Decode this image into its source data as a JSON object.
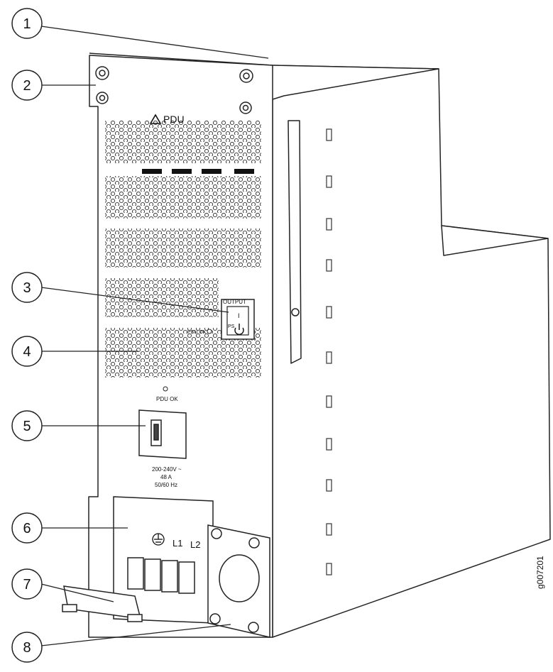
{
  "figure": {
    "figure_id": "g007201",
    "panel_title": "PDU",
    "switch_label": "OUTPUT",
    "switch_on_glyph": "I",
    "switch_mark": "PS",
    "psu_ok_label": "PSU OK",
    "pdu_ok_label": "PDU OK",
    "rating_line1": "200-240V ~",
    "rating_line2": "48 A",
    "rating_line3": "50/60 Hz",
    "terminal_labels": [
      "L1",
      "L2"
    ],
    "callouts": [
      "1",
      "2",
      "3",
      "4",
      "5",
      "6",
      "7",
      "8"
    ]
  },
  "colors": {
    "line": "#222222",
    "fill": "#ffffff"
  },
  "icons": [
    "warning-triangle-icon",
    "power-icon",
    "ground-icon"
  ]
}
